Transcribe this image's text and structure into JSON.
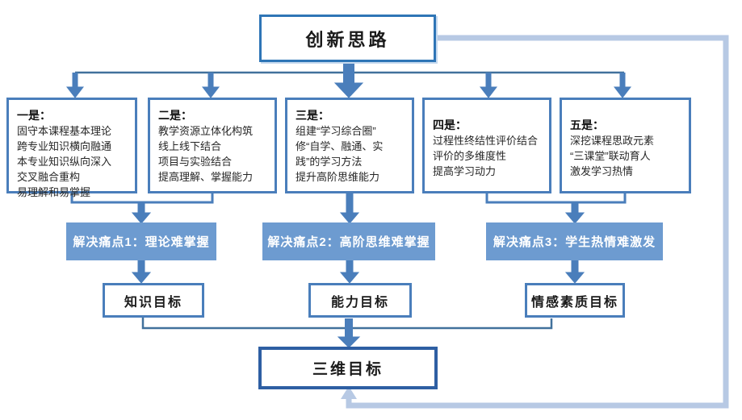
{
  "diagram": {
    "title": "创新思路",
    "strategies": [
      {
        "label": "一是：",
        "lines": [
          "固守本课程基本理论",
          "跨专业知识横向融通",
          "本专业知识纵向深入",
          "交叉融合重构",
          "易理解和易掌握"
        ]
      },
      {
        "label": "二是：",
        "lines": [
          "教学资源立体化构筑",
          "线上线下结合",
          "项目与实验结合",
          "提高理解、掌握能力"
        ]
      },
      {
        "label": "三是：",
        "lines": [
          "组建“学习综合圈”",
          "修“自学、融通、实践”的学习方法",
          "提升高阶思维能力"
        ]
      },
      {
        "label": "四是：",
        "lines": [
          "过程性终结性评价结合",
          "评价的多维度性",
          "提高学习动力"
        ]
      },
      {
        "label": "五是：",
        "lines": [
          "深挖课程思政元素",
          "“三课堂”联动育人",
          "激发学习热情"
        ]
      }
    ],
    "pain_points": [
      {
        "label": "解决痛点1：理论难掌握"
      },
      {
        "label": "解决痛点2：高阶思维难掌握"
      },
      {
        "label": "解决痛点3：学生热情难激发"
      }
    ],
    "goals": [
      {
        "label": "知识目标"
      },
      {
        "label": "能力目标"
      },
      {
        "label": "情感素质目标"
      }
    ],
    "final_goal": "三维目标",
    "colors": {
      "node_border": "#4A7EBB",
      "title_border": "#2E75B6",
      "final_border": "#2E5FA3",
      "pain_fill": "#6D9BD0",
      "arrow": "#4A7EBB",
      "thin_line": "#41719C",
      "feedback_loop": "#B7C9E4"
    }
  }
}
